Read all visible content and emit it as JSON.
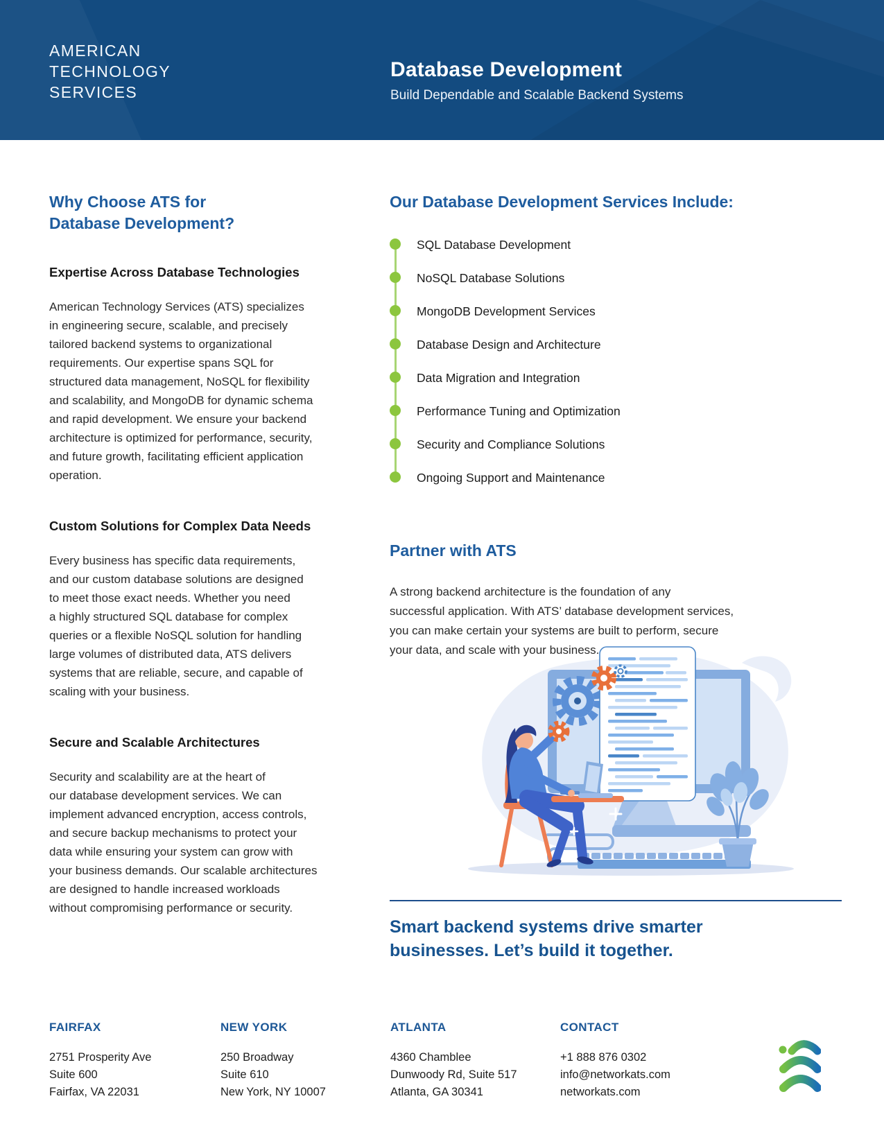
{
  "header": {
    "logo_lines": [
      "AMERICAN",
      "TECHNOLOGY",
      "SERVICES"
    ],
    "title": "Database Development",
    "subtitle": "Build Dependable and Scalable Backend Systems"
  },
  "left_column": {
    "heading_lines": [
      "Why Choose ATS for",
      "Database Development?"
    ],
    "sections": [
      {
        "title": "Expertise Across Database Technologies",
        "body_lines": [
          "American Technology Services (ATS) specializes",
          "in engineering secure, scalable, and precisely",
          "tailored backend systems to organizational",
          "requirements. Our expertise spans SQL for",
          "structured data management, NoSQL for flexibility",
          "and scalability, and MongoDB for dynamic schema",
          "and rapid development. We ensure your backend",
          "architecture is optimized for performance, security,",
          "and future growth, facilitating efficient application",
          "operation."
        ]
      },
      {
        "title": "Custom Solutions for Complex Data Needs",
        "body_lines": [
          "Every business has specific data requirements,",
          "and our custom database solutions are designed",
          "to meet those exact needs. Whether you need",
          "a highly structured SQL database for complex",
          "queries or a flexible NoSQL solution for handling",
          "large volumes of distributed data, ATS delivers",
          "systems that are reliable, secure, and capable of",
          "scaling with your business."
        ]
      },
      {
        "title": "Secure and Scalable Architectures",
        "body_lines": [
          "Security and scalability are at the heart of",
          "our database development services. We can",
          "implement advanced encryption, access controls,",
          "and secure backup mechanisms to protect your",
          "data while ensuring your system can grow with",
          "your business demands. Our scalable architectures",
          "are designed to handle increased workloads",
          "without compromising performance or security."
        ]
      }
    ]
  },
  "right_column": {
    "services_heading": "Our Database Development Services Include:",
    "services": [
      "SQL Database Development",
      "NoSQL Database Solutions",
      "MongoDB Development Services",
      "Database Design and Architecture",
      "Data Migration and Integration",
      "Performance Tuning and Optimization",
      "Security and Compliance Solutions",
      "Ongoing Support and Maintenance"
    ],
    "partner_heading": "Partner with ATS",
    "partner_body_lines": [
      "A strong backend architecture is the foundation of any",
      "successful application. With ATS’ database development services,",
      "you can make certain your systems are built to perform, secure",
      "your data, and scale with your business."
    ],
    "tagline_lines": [
      "Smart backend systems drive smarter",
      "businesses. Let’s build it together."
    ]
  },
  "footer": {
    "offices": [
      {
        "name": "FAIRFAX",
        "lines": [
          "2751 Prosperity Ave",
          "Suite 600",
          "Fairfax, VA 22031"
        ]
      },
      {
        "name": "NEW YORK",
        "lines": [
          "250 Broadway",
          "Suite 610",
          "New York, NY 10007"
        ]
      },
      {
        "name": "ATLANTA",
        "lines": [
          "4360 Chamblee",
          "Dunwoody Rd, Suite 517",
          "Atlanta, GA 30341"
        ]
      },
      {
        "name": "CONTACT",
        "lines": [
          "+1 888 876 0302",
          "info@networkats.com",
          "networkats.com"
        ]
      }
    ]
  },
  "colors": {
    "header_bg": "#134b80",
    "heading_blue": "#1e5c9e",
    "bullet_green": "#8cc63e",
    "bullet_line_green": "#a8d573",
    "divider_blue": "#1d4e8c",
    "tagline_blue": "#17538f",
    "footer_heading_blue": "#1c5796",
    "illustration_orange": "#ed7d52",
    "illustration_blue": "#5b8fd6"
  }
}
